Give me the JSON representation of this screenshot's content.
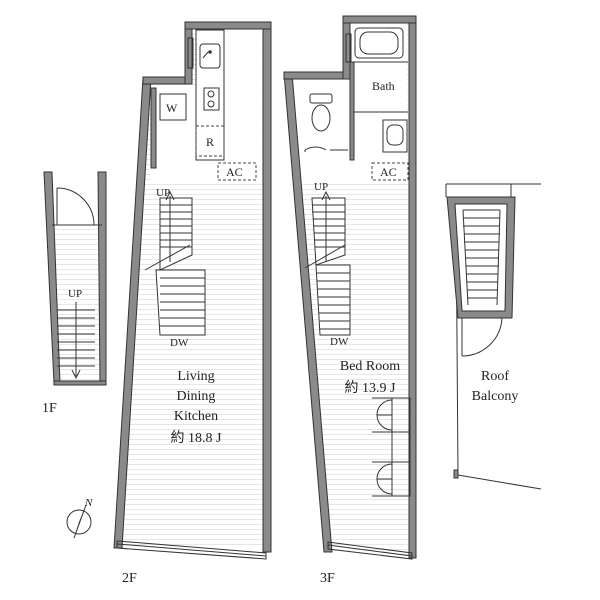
{
  "floors": {
    "f1": {
      "floor_label": "1F",
      "stair_label": "UP"
    },
    "f2": {
      "floor_label": "2F",
      "room_lines": [
        "Living",
        "Dining",
        "Kitchen"
      ],
      "area": "約 18.8 J",
      "stair_up": "UP",
      "stair_down": "DW",
      "fixtures": {
        "washer": "W",
        "fridge": "R",
        "aircon": "AC"
      }
    },
    "f3": {
      "floor_label": "3F",
      "room": "Bed Room",
      "area": "約 13.9 J",
      "stair_up": "UP",
      "stair_down": "DW",
      "bath": "Bath",
      "aircon": "AC"
    },
    "roof": {
      "lines": [
        "Roof",
        "Balcony"
      ]
    }
  },
  "compass": {
    "north": "N"
  }
}
